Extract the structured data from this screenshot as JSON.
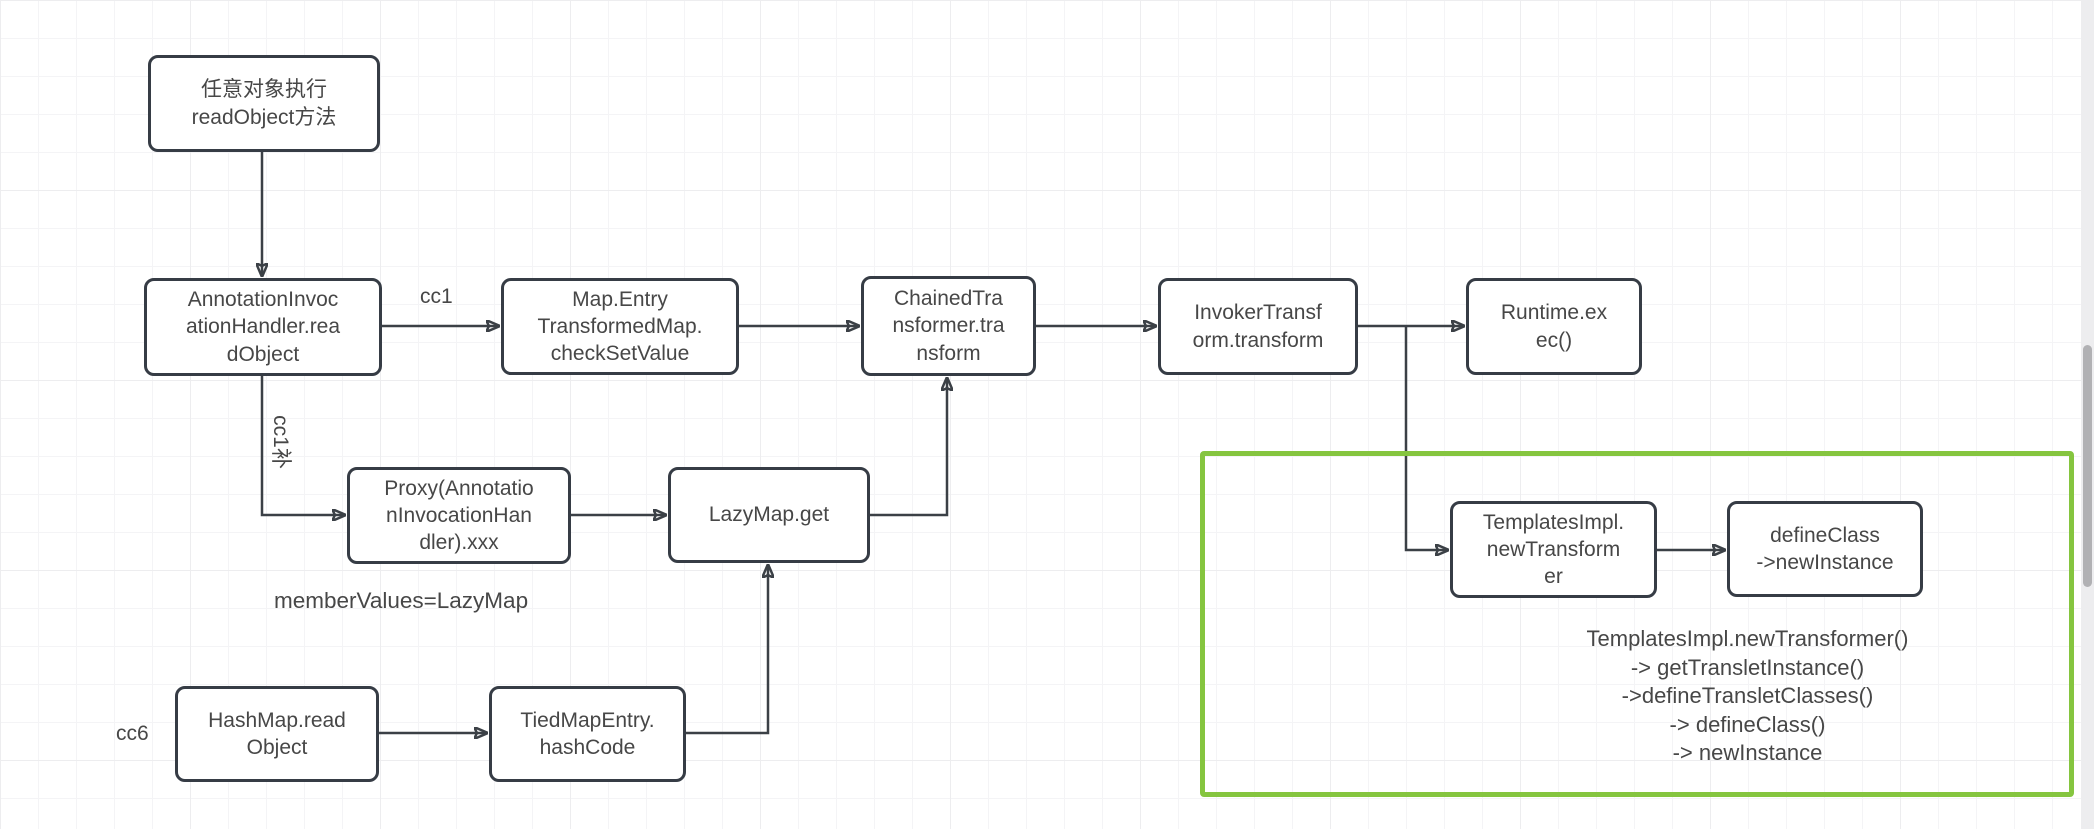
{
  "diagram": {
    "description_colors": {
      "node_border": "#363c45",
      "node_text": "#474747",
      "arrow": "#3b4046",
      "highlight_frame": "#85c53f",
      "scrollbar_thumb": "#b1b1b4",
      "scrollbar_track": "#ededef"
    },
    "nodes": [
      {
        "id": "readobject-any",
        "label": "任意对象执行\nreadObject方法"
      },
      {
        "id": "aih-readobject",
        "label": "AnnotationInvoc\nationHandler.rea\ndObject"
      },
      {
        "id": "mapentry-checksetvalue",
        "label": "Map.Entry\nTransformedMap.\ncheckSetValue"
      },
      {
        "id": "chainedtransformer-transform",
        "label": "ChainedTra\nnsformer.tra\nnsform"
      },
      {
        "id": "invokertransform-transform",
        "label": "InvokerTransf\norm.transform"
      },
      {
        "id": "runtime-exec",
        "label": "Runtime.ex\nec()"
      },
      {
        "id": "proxy-aih",
        "label": "Proxy(Annotatio\nnInvocationHan\ndler).xxx"
      },
      {
        "id": "lazymap-get",
        "label": "LazyMap.get"
      },
      {
        "id": "hashmap-readobject",
        "label": "HashMap.read\nObject"
      },
      {
        "id": "tiedmapentry-hashcode",
        "label": "TiedMapEntry.\nhashCode"
      },
      {
        "id": "templatesimpl-newtransformer",
        "label": "TemplatesImpl.\nnewTransform\ner"
      },
      {
        "id": "defineclass-newinstance",
        "label": "defineClass\n->newInstance"
      }
    ],
    "edge_labels": [
      {
        "id": "cc1",
        "label": "cc1"
      },
      {
        "id": "cc1bu",
        "label": "cc1补"
      },
      {
        "id": "cc6",
        "label": "cc6"
      },
      {
        "id": "membervalues",
        "label": "memberValues=LazyMap"
      }
    ],
    "callout": {
      "text": "TemplatesImpl.newTransformer()\n-> getTransletInstance()\n->defineTransletClasses()\n-> defineClass()\n-> newInstance"
    }
  }
}
